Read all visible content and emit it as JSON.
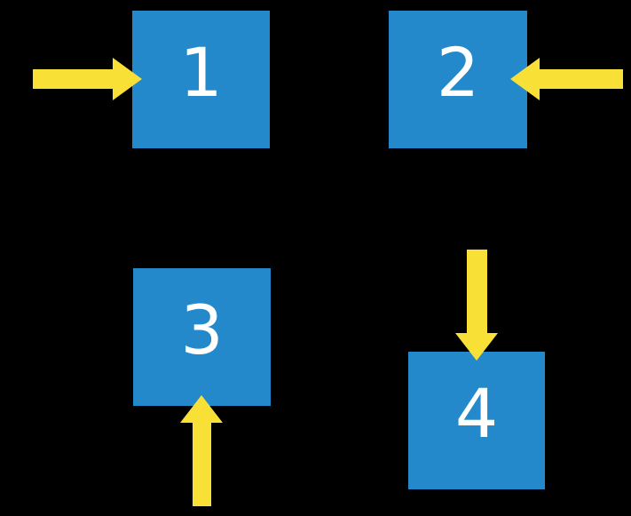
{
  "scene": {
    "description": "Four numbered blue squares on a black background, each with a yellow arrow pointing into it from a different side"
  },
  "colors": {
    "background": "#000000",
    "square_fill": "#2389CB",
    "arrow_fill": "#F9E036",
    "label_text": "#FFFFFF"
  },
  "squares": [
    {
      "label": "1",
      "arrow_icon": "arrow-right-icon",
      "arrow_enters_from": "left"
    },
    {
      "label": "2",
      "arrow_icon": "arrow-left-icon",
      "arrow_enters_from": "right"
    },
    {
      "label": "3",
      "arrow_icon": "arrow-up-icon",
      "arrow_enters_from": "bottom"
    },
    {
      "label": "4",
      "arrow_icon": "arrow-down-icon",
      "arrow_enters_from": "top"
    }
  ]
}
